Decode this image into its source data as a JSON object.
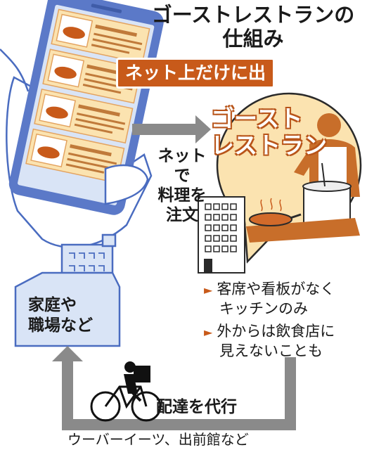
{
  "title": {
    "line1": "ゴーストレストランの",
    "line2": "仕組み"
  },
  "badge": "ネット上だけに出店",
  "ghost_restaurant": {
    "line1": "ゴースト",
    "line2": "レストラン"
  },
  "order_label": {
    "line1": "ネットで",
    "line2": "料理を",
    "line3": "注文"
  },
  "home_label": {
    "line1": "家庭や",
    "line2": "職場など"
  },
  "bullets": [
    {
      "line1": "客席や看板がなく",
      "line2": "キッチンのみ"
    },
    {
      "line1": "外からは飲食店に",
      "line2": "見えないことも"
    }
  ],
  "delivery_label": "配達を代行",
  "delivery_services": "ウーバーイーツ、出前館など",
  "colors": {
    "accent": "#c85a1a",
    "circle_fill": "#fbe3b0",
    "phone_blue": "#5b79c8",
    "panel_blue": "#d9e4f6",
    "arrow_gray": "#8a8a8a"
  }
}
